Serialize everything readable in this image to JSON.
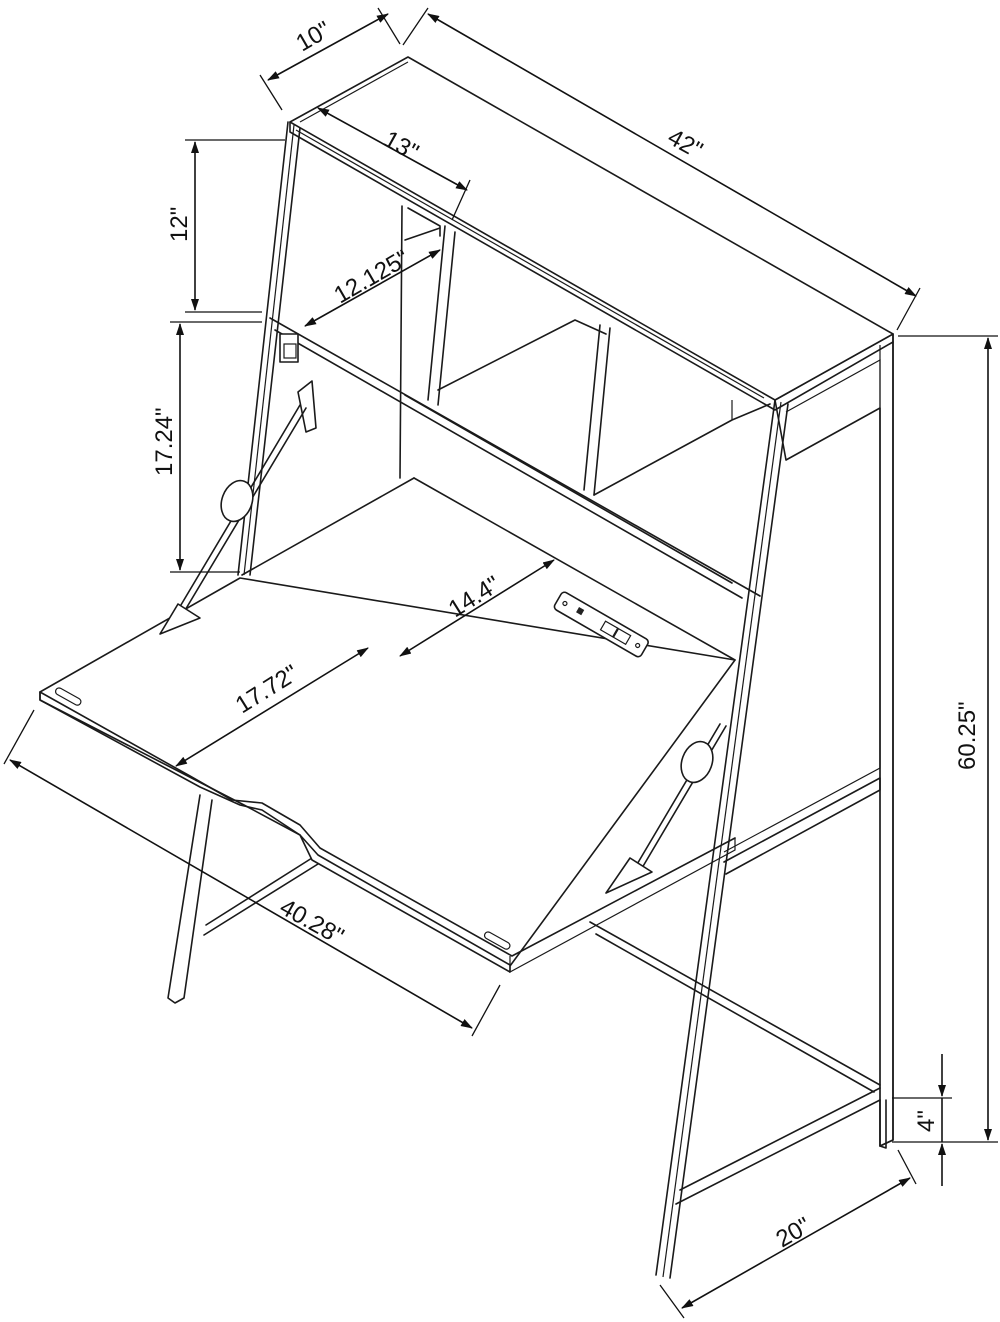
{
  "diagram": {
    "subject": "Secretary desk with drop-front writing surface, metal frame and cubby shelves",
    "colors": {
      "line": "#1a1a1a",
      "background": "#ffffff"
    },
    "dimensions": {
      "top_depth": "10\"",
      "shelf_depth_top": "13\"",
      "overall_width": "42\"",
      "upper_cubby_height": "12\"",
      "shelf_depth_middle": "12.125\"",
      "lower_cubby_height": "17.24\"",
      "desk_back_depth": "14.4\"",
      "desk_front_depth": "17.72\"",
      "desk_width": "40.28\"",
      "overall_height": "60.25\"",
      "foot_height": "4\"",
      "base_depth": "20\""
    },
    "components": {
      "power_strip": "power-outlet-panel",
      "hinge_supports": [
        "left-drop-lid-support",
        "right-drop-lid-support"
      ],
      "latch": "magnetic-catch"
    }
  }
}
